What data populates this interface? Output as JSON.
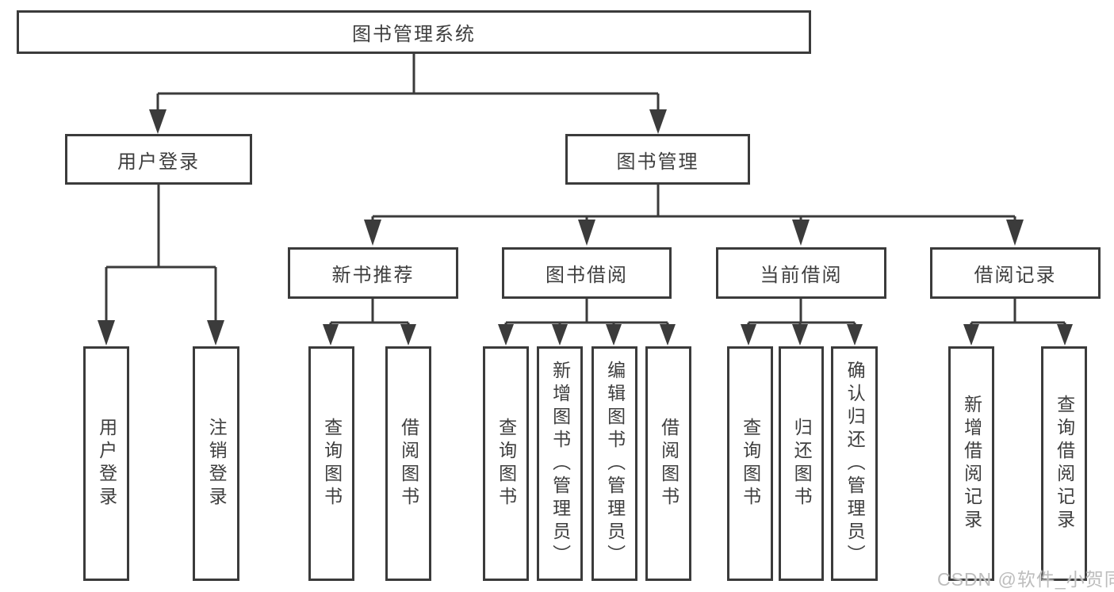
{
  "diagram_title": "图书管理系统",
  "tree": {
    "label": "图书管理系统",
    "children": [
      {
        "label": "用户登录",
        "children": [
          {
            "label": "用户登录"
          },
          {
            "label": "注销登录"
          }
        ]
      },
      {
        "label": "图书管理",
        "children": [
          {
            "label": "新书推荐",
            "children": [
              {
                "label": "查询图书"
              },
              {
                "label": "借阅图书"
              }
            ]
          },
          {
            "label": "图书借阅",
            "children": [
              {
                "label": "查询图书"
              },
              {
                "label": "新增图书（管理员）"
              },
              {
                "label": "编辑图书（管理员）"
              },
              {
                "label": "借阅图书"
              }
            ]
          },
          {
            "label": "当前借阅",
            "children": [
              {
                "label": "查询图书"
              },
              {
                "label": "归还图书"
              },
              {
                "label": "确认归还（管理员）"
              }
            ]
          },
          {
            "label": "借阅记录",
            "children": [
              {
                "label": "新增借阅记录"
              },
              {
                "label": "查询借阅记录"
              }
            ]
          }
        ]
      }
    ]
  },
  "watermark": {
    "text": "CSDN @软件_小贺同学",
    "color": "#bdbdbd"
  },
  "colors": {
    "background": "#ffffff",
    "line": "#3b3b3b",
    "box_border": "#3b3b3b",
    "text": "#3e3e3e"
  }
}
